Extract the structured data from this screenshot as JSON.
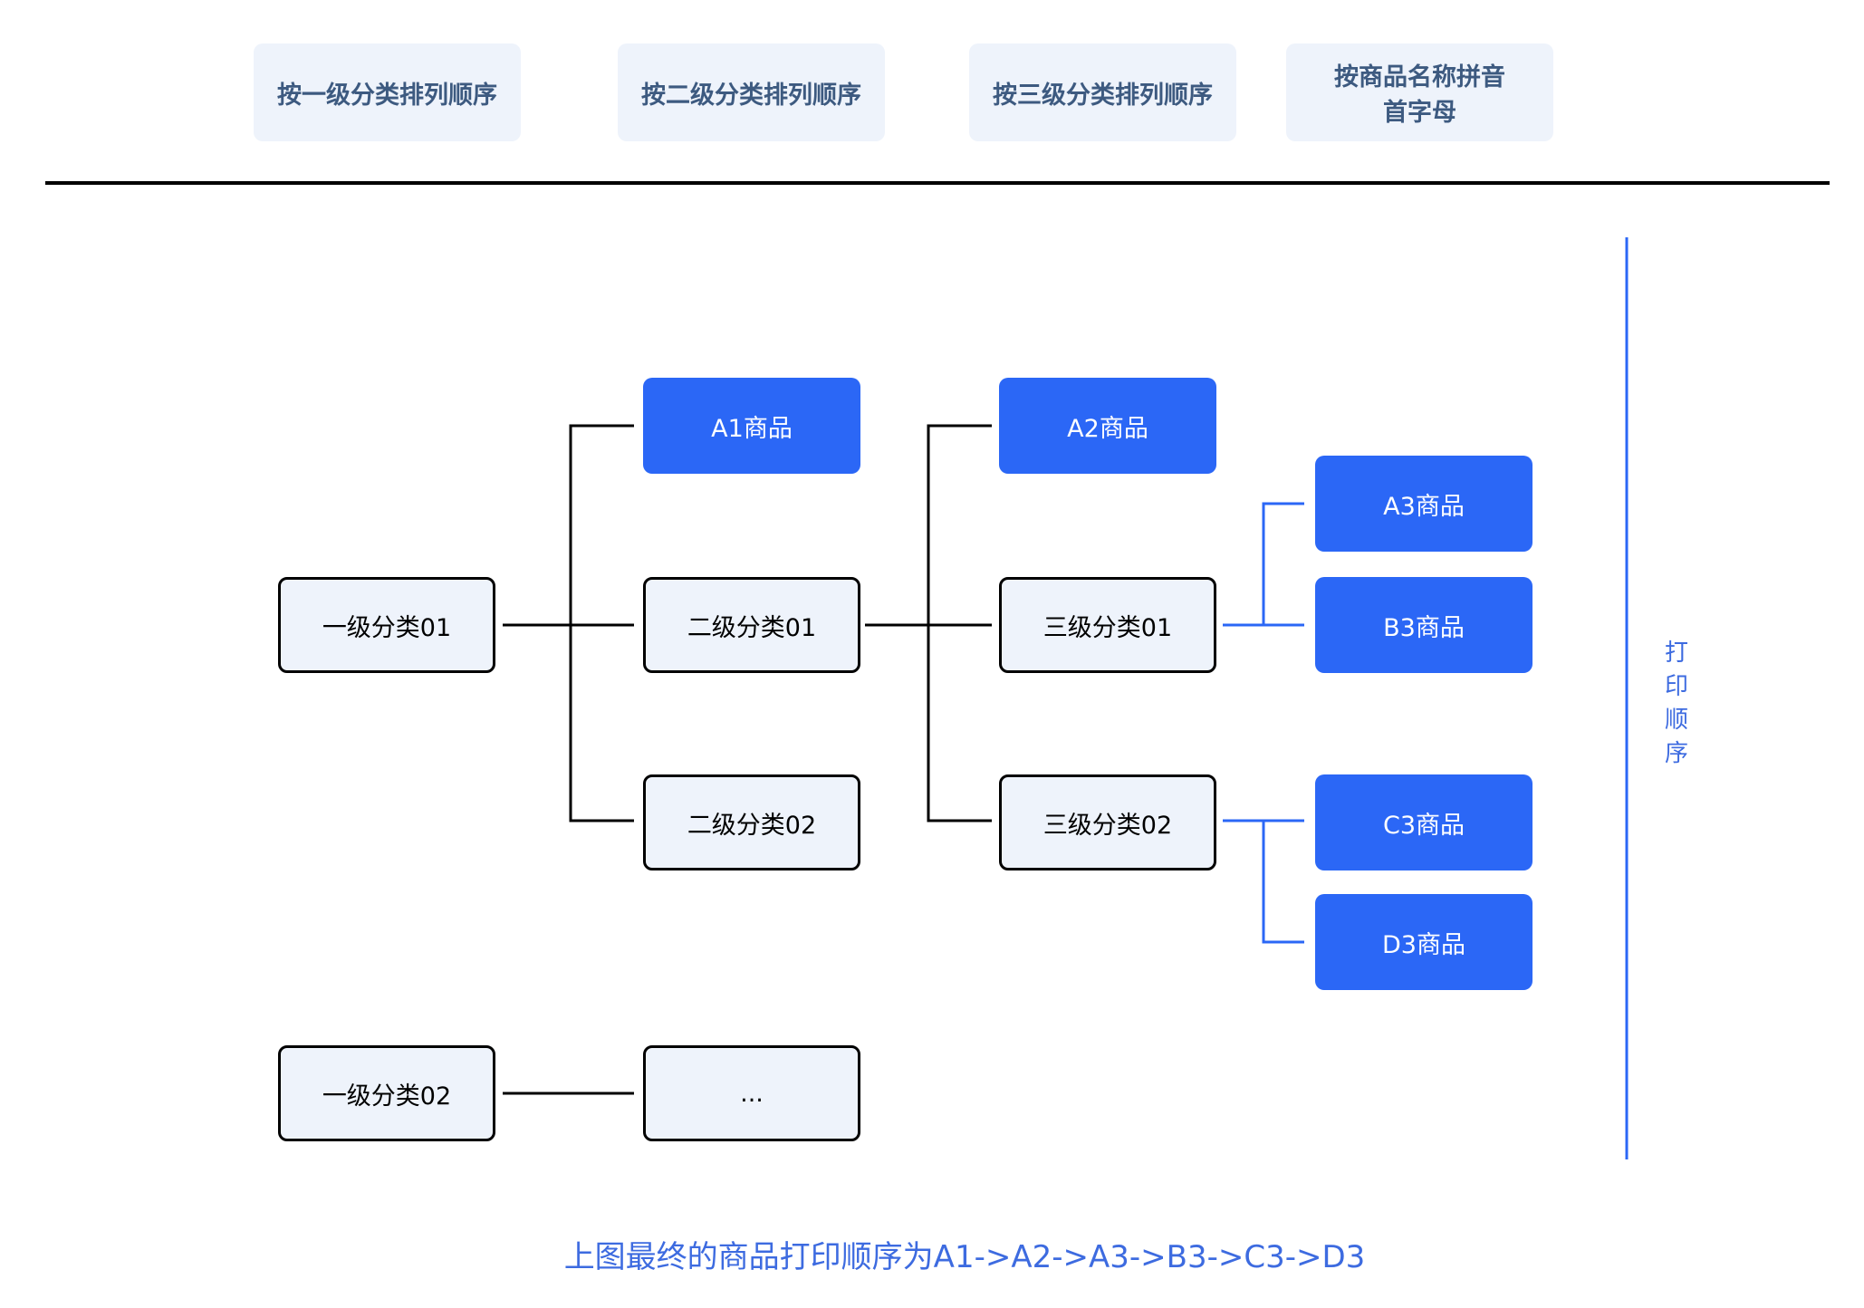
{
  "tabs": [
    "按一级分类排列顺序",
    "按二级分类排列顺序",
    "按三级分类排列顺序",
    "按商品名称拼音首字母"
  ],
  "nodes": {
    "c1": "一级分类01",
    "c2": "一级分类02",
    "s1": "二级分类01",
    "s2": "二级分类02",
    "t1": "三级分类01",
    "t2": "三级分类02",
    "a1": "A1商品",
    "a2": "A2商品",
    "a3": "A3商品",
    "b3": "B3商品",
    "c3": "C3商品",
    "d3": "D3商品",
    "more": "..."
  },
  "print_order": "打印顺序",
  "caption": "上图最终的商品打印顺序为A1->A2->A3->B3->C3->D3"
}
